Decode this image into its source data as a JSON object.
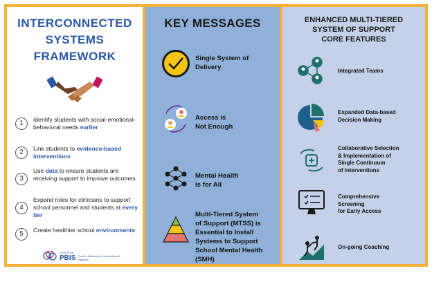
{
  "left": {
    "title_lines": [
      "INTERCONNECTED",
      "SYSTEMS",
      "FRAMEWORK"
    ],
    "steps": [
      {
        "num": "1",
        "pre": "Identify students with social-emotional-behavioral needs ",
        "hl": "earlier",
        "post": ""
      },
      {
        "num": "2",
        "pre": "Link students to ",
        "hl": "evidence-based interventions",
        "post": ""
      },
      {
        "num": "3",
        "pre": "Use ",
        "hl": "data",
        "post": " to ensure students are receiving support to improve outcomes"
      },
      {
        "num": "4",
        "pre": "Expand roles for clinicians to support school personnel and students at ",
        "hl": "every tier",
        "post": ""
      },
      {
        "num": "5",
        "pre": "Create healthier school ",
        "hl": "environments",
        "post": ""
      }
    ],
    "logo": {
      "small": "CENTER ON",
      "big": "PBIS",
      "sub": "Positive Behavioral Interventions & Supports"
    }
  },
  "middle": {
    "title": "KEY MESSAGES",
    "items": [
      {
        "lines": [
          "Single System of",
          "Delivery"
        ],
        "icon": "check-circle-icon"
      },
      {
        "lines": [
          "Access is",
          "Not Enough"
        ],
        "icon": "people-cycle-icon"
      },
      {
        "lines": [
          "Mental Health",
          "is for All"
        ],
        "icon": "network-people-icon"
      },
      {
        "lines": [
          "Multi-Tiered System",
          "of Support (MTSS) is",
          "Essential to Install",
          "Systems to Support",
          "School Mental Health",
          "(SMH)"
        ],
        "icon": "pyramid-icon"
      }
    ]
  },
  "right": {
    "title_lines": [
      "ENHANCED MULTI-TIERED",
      "SYSTEM OF SUPPORT",
      "CORE FEATURES"
    ],
    "items": [
      {
        "lines": [
          "Integrated Teams"
        ],
        "icon": "team-network-icon"
      },
      {
        "lines": [
          "Expanded Data-based",
          "Decision Making"
        ],
        "icon": "pie-chart-icon"
      },
      {
        "lines": [
          "Collaborative Selection",
          "& Implementation of",
          "Single Continuum",
          "of Interventions"
        ],
        "icon": "hands-care-icon"
      },
      {
        "lines": [
          "Comprehensive",
          "Screening",
          "for Early Access"
        ],
        "icon": "monitor-checklist-icon"
      },
      {
        "lines": [
          "On-going Coaching"
        ],
        "icon": "climbing-help-icon"
      }
    ]
  },
  "colors": {
    "border": "#f4b23a",
    "blue_title": "#2a58a5",
    "middle_bg": "#8fb0d8",
    "right_bg": "#c4d1e8",
    "teal": "#1f6f6b",
    "gold": "#f5c518"
  }
}
